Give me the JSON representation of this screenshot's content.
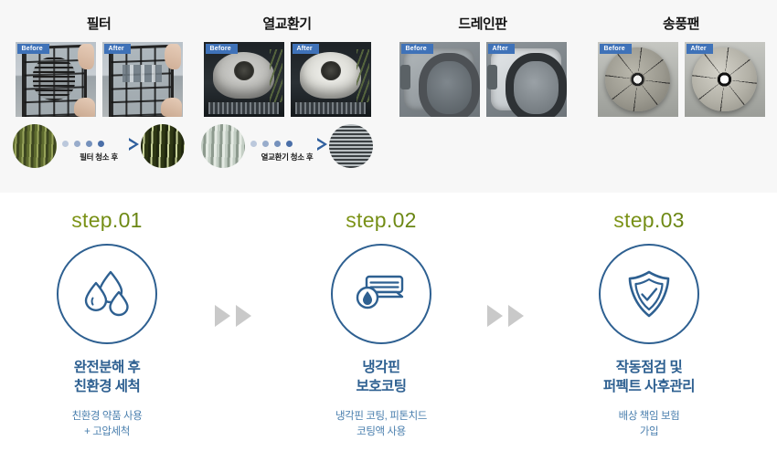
{
  "gallery": {
    "badges": {
      "before": "Before",
      "after": "After"
    },
    "categories": [
      {
        "title": "필터",
        "has_micro": true,
        "micro_label": "필터 청소 후",
        "before_name": "filter-before-photo",
        "after_name": "filter-after-photo"
      },
      {
        "title": "열교환기",
        "has_micro": true,
        "micro_label": "열교환기 청소 후",
        "before_name": "heat-exchanger-before-photo",
        "after_name": "heat-exchanger-after-photo"
      },
      {
        "title": "드레인판",
        "has_micro": false,
        "micro_label": "",
        "before_name": "drain-pan-before-photo",
        "after_name": "drain-pan-after-photo"
      },
      {
        "title": "송풍팬",
        "has_micro": false,
        "micro_label": "",
        "before_name": "blower-fan-before-photo",
        "after_name": "blower-fan-after-photo"
      }
    ]
  },
  "steps": {
    "items": [
      {
        "number": "step.01",
        "icon": "water-drops-icon",
        "title_line1": "완전분해 후",
        "title_line2": "친환경 세척",
        "desc_line1": "친환경 약품 사용",
        "desc_line2": "+ 고압세척"
      },
      {
        "number": "step.02",
        "icon": "air-conditioner-drop-icon",
        "title_line1": "냉각핀",
        "title_line2": "보호코팅",
        "desc_line1": "냉각핀 코팅, 피톤치드",
        "desc_line2": "코팅액 사용"
      },
      {
        "number": "step.03",
        "icon": "shield-check-icon",
        "title_line1": "작동점검 및",
        "title_line2": "퍼펙트 사후관리",
        "desc_line1": "배상 책임 보험",
        "desc_line2": "가입"
      }
    ]
  },
  "colors": {
    "badge_blue": "#3f72b8",
    "step_blue": "#2e6091",
    "step_desc_blue": "#4a7fae",
    "step_number_green": "#6f8a13",
    "arrow_gray": "#c9c9c9",
    "gallery_bg": "#f7f7f7"
  }
}
